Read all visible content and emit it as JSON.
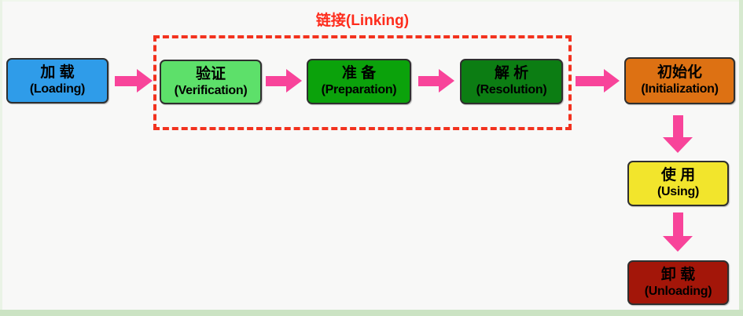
{
  "frame": {
    "canvas_bg": "#f8f8f7",
    "top_color": "#f0f7ed",
    "left_color": "#eaf3e6",
    "right_color": "#d6e9cf",
    "bottom_color": "#cbe3c3"
  },
  "linking_group": {
    "label": "链接(Linking)",
    "label_color": "#fe2c1c",
    "border_color": "#f2321e"
  },
  "arrow_color": "#f8449a",
  "nodes": [
    {
      "id": "loading",
      "label_zh": "加 载",
      "label_en": "(Loading)",
      "bg": "#2f9ce9"
    },
    {
      "id": "verification",
      "label_zh": "验证",
      "label_en": "(Verification)",
      "bg": "#5de06a"
    },
    {
      "id": "preparation",
      "label_zh": "准 备",
      "label_en": "(Preparation)",
      "bg": "#0ba20b"
    },
    {
      "id": "resolution",
      "label_zh": "解 析",
      "label_en": "(Resolution)",
      "bg": "#0c7d13"
    },
    {
      "id": "initialization",
      "label_zh": "初始化",
      "label_en": "(Initialization)",
      "bg": "#dd7113"
    },
    {
      "id": "using",
      "label_zh": "使 用",
      "label_en": "(Using)",
      "bg": "#f2e52c"
    },
    {
      "id": "unloading",
      "label_zh": "卸 载",
      "label_en": "(Unloading)",
      "bg": "#a31609"
    }
  ]
}
